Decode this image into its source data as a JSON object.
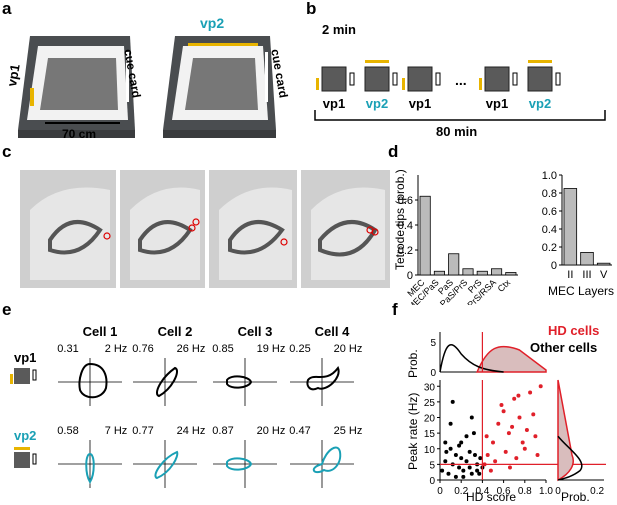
{
  "panels": {
    "a": {
      "letter": "a",
      "vp1_label": "vp1",
      "vp2_label": "vp2",
      "cue_card_1": "cue card",
      "cue_card_2": "cue card",
      "scale_label": "70 cm",
      "colors": {
        "vp2": "#1aa0b5",
        "cue": "#e8b400",
        "wall": "#4a4d50"
      }
    },
    "b": {
      "letter": "b",
      "duration_label": "2 min",
      "sessions": [
        "vp1",
        "vp2",
        "vp1",
        "vp1",
        "vp2"
      ],
      "ellipsis": "...",
      "total_label": "80 min"
    },
    "c": {
      "letter": "c"
    },
    "d": {
      "letter": "d",
      "ylabel": "Tetrode tips (prob.)",
      "left_categories": [
        "MEC",
        "MEC/PaS",
        "PaS",
        "PaS/PrS",
        "PrS",
        "PrS/RSA",
        "Ctx"
      ],
      "left_values": [
        0.63,
        0.03,
        0.17,
        0.05,
        0.03,
        0.05,
        0.02
      ],
      "left_yticks": [
        "0",
        "0.2",
        "0.4",
        "0.6"
      ],
      "right_categories": [
        "II",
        "III",
        "V"
      ],
      "right_values": [
        0.85,
        0.14,
        0.02
      ],
      "right_yticks": [
        "0",
        "0.2",
        "0.4",
        "0.6",
        "0.8",
        "1.0"
      ],
      "right_xlabel": "MEC Layers"
    },
    "e": {
      "letter": "e",
      "row_labels": [
        "vp1",
        "vp2"
      ],
      "cells": [
        {
          "title": "Cell 1",
          "vp1_score": "0.31",
          "vp1_rate": "2 Hz",
          "vp2_score": "0.58",
          "vp2_rate": "7 Hz"
        },
        {
          "title": "Cell 2",
          "vp1_score": "0.76",
          "vp1_rate": "26 Hz",
          "vp2_score": "0.77",
          "vp2_rate": "24 Hz"
        },
        {
          "title": "Cell 3",
          "vp1_score": "0.85",
          "vp1_rate": "19 Hz",
          "vp2_score": "0.87",
          "vp2_rate": "20 Hz"
        },
        {
          "title": "Cell 4",
          "vp1_score": "0.25",
          "vp1_rate": "20 Hz",
          "vp2_score": "0.47",
          "vp2_rate": "25 Hz"
        }
      ]
    },
    "f": {
      "letter": "f",
      "legend_hd": "HD cells",
      "legend_other": "Other cells",
      "top_ylabel": "Prob.",
      "top_yticks": [
        "0",
        "5"
      ],
      "ylabel": "Peak rate (Hz)",
      "xlabel": "HD score",
      "yticks": [
        "0",
        "5",
        "10",
        "15",
        "20",
        "25",
        "30"
      ],
      "xticks": [
        "0",
        "0.2",
        "0.4",
        "0.6",
        "0.8",
        "1.0"
      ],
      "right_xlabel": "Prob.",
      "right_xticks": [
        "0",
        "0.2"
      ],
      "colors": {
        "hd": "#e0202a",
        "other": "#000000"
      }
    }
  },
  "chart_data": [
    {
      "type": "bar",
      "title": "",
      "ylabel": "Tetrode tips (prob.)",
      "categories": [
        "MEC",
        "MEC/PaS",
        "PaS",
        "PaS/PrS",
        "PrS",
        "PrS/RSA",
        "Ctx"
      ],
      "values": [
        0.63,
        0.03,
        0.17,
        0.05,
        0.03,
        0.05,
        0.02
      ],
      "ylim": [
        0,
        0.8
      ]
    },
    {
      "type": "bar",
      "title": "",
      "xlabel": "MEC Layers",
      "categories": [
        "II",
        "III",
        "V"
      ],
      "values": [
        0.85,
        0.14,
        0.02
      ],
      "ylim": [
        0,
        1.0
      ]
    },
    {
      "type": "scatter",
      "title": "",
      "xlabel": "HD score",
      "ylabel": "Peak rate (Hz)",
      "xlim": [
        0,
        1.0
      ],
      "ylim": [
        0,
        32
      ],
      "series": [
        {
          "name": "HD cells",
          "points": [
            [
              0.42,
              5
            ],
            [
              0.45,
              8
            ],
            [
              0.5,
              12
            ],
            [
              0.55,
              18
            ],
            [
              0.6,
              22
            ],
            [
              0.65,
              15
            ],
            [
              0.7,
              26
            ],
            [
              0.75,
              20
            ],
            [
              0.8,
              10
            ],
            [
              0.85,
              28
            ],
            [
              0.9,
              14
            ],
            [
              0.48,
              3
            ],
            [
              0.52,
              6
            ],
            [
              0.62,
              9
            ],
            [
              0.72,
              7
            ],
            [
              0.58,
              24
            ],
            [
              0.68,
              17
            ],
            [
              0.78,
              12
            ],
            [
              0.88,
              21
            ],
            [
              0.95,
              30
            ],
            [
              0.44,
              14
            ],
            [
              0.66,
              4
            ],
            [
              0.74,
              27
            ],
            [
              0.82,
              16
            ],
            [
              0.92,
              8
            ]
          ]
        },
        {
          "name": "Other cells",
          "points": [
            [
              0.02,
              3
            ],
            [
              0.05,
              6
            ],
            [
              0.08,
              2
            ],
            [
              0.1,
              10
            ],
            [
              0.12,
              5
            ],
            [
              0.15,
              8
            ],
            [
              0.18,
              4
            ],
            [
              0.2,
              12
            ],
            [
              0.22,
              3
            ],
            [
              0.25,
              6
            ],
            [
              0.28,
              9
            ],
            [
              0.3,
              2
            ],
            [
              0.32,
              15
            ],
            [
              0.35,
              5
            ],
            [
              0.38,
              7
            ],
            [
              0.05,
              12
            ],
            [
              0.1,
              18
            ],
            [
              0.15,
              1
            ],
            [
              0.2,
              7
            ],
            [
              0.25,
              14
            ],
            [
              0.3,
              20
            ],
            [
              0.35,
              3
            ],
            [
              0.12,
              25
            ],
            [
              0.28,
              4
            ],
            [
              0.06,
              9
            ],
            [
              0.18,
              11
            ],
            [
              0.22,
              1
            ],
            [
              0.33,
              8
            ],
            [
              0.37,
              2
            ],
            [
              0.4,
              4
            ]
          ]
        }
      ]
    }
  ]
}
